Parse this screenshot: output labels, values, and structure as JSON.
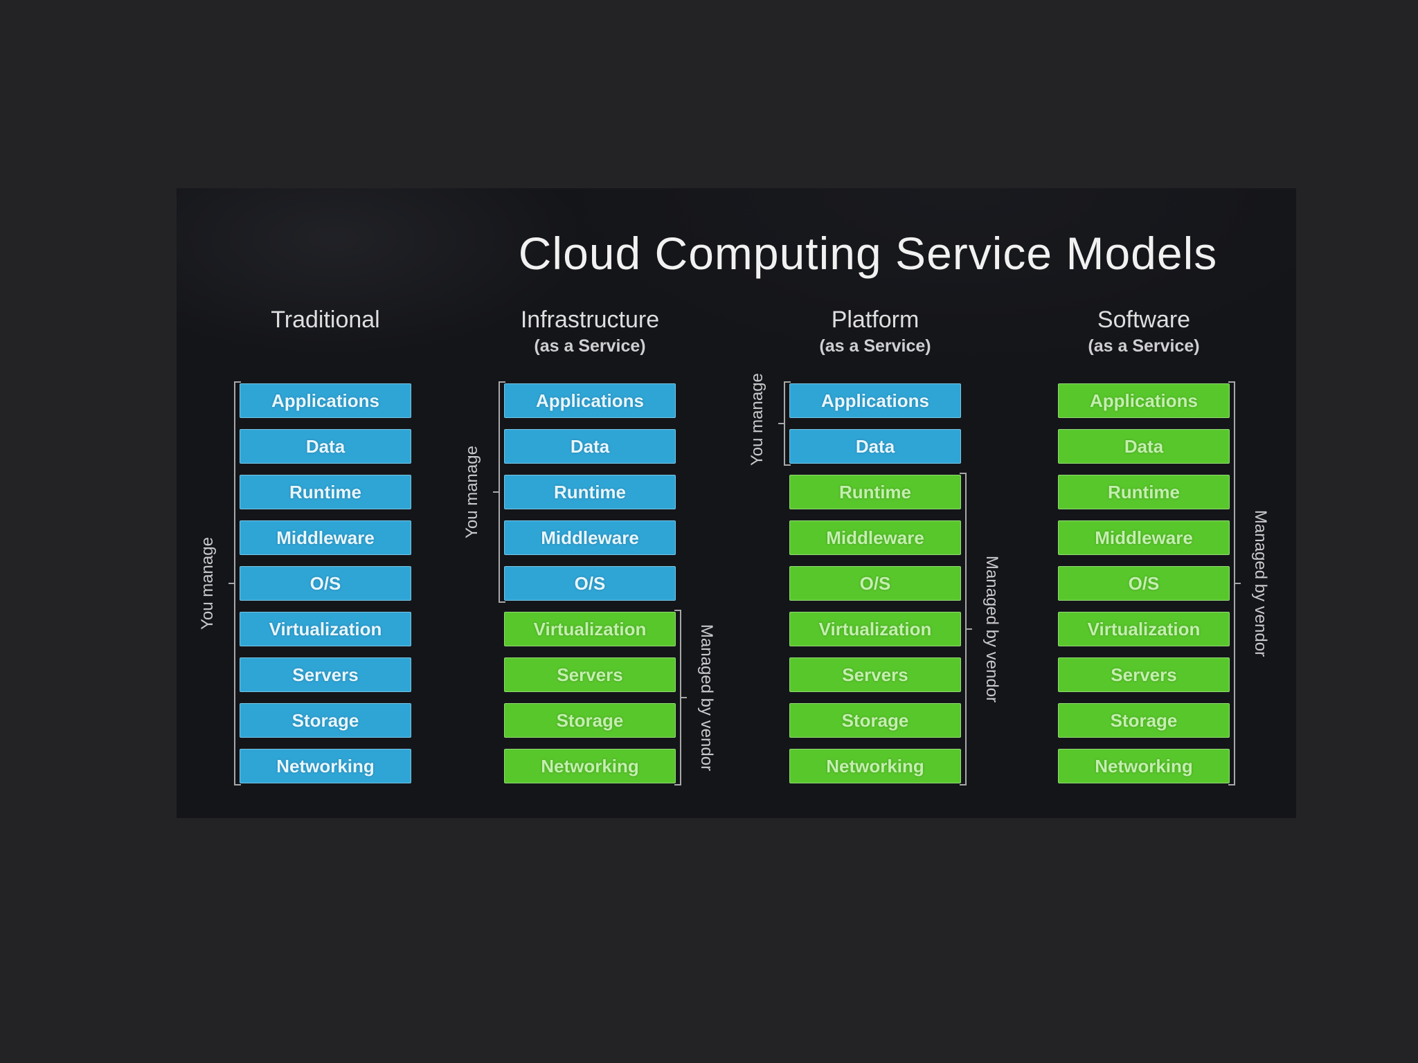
{
  "title": "Cloud Computing Service Models",
  "legend": {
    "you_manage": "You manage",
    "managed_by_vendor": "Managed by vendor"
  },
  "rows": [
    "Applications",
    "Data",
    "Runtime",
    "Middleware",
    "O/S",
    "Virtualization",
    "Servers",
    "Storage",
    "Networking"
  ],
  "columns": [
    {
      "name": "Traditional",
      "subtitle": "",
      "blue_count": 9,
      "you_manage_rows": [
        0,
        8
      ],
      "vendor_rows": null
    },
    {
      "name": "Infrastructure",
      "subtitle": "(as a Service)",
      "blue_count": 5,
      "you_manage_rows": [
        0,
        4
      ],
      "vendor_rows": [
        5,
        8
      ]
    },
    {
      "name": "Platform",
      "subtitle": "(as a Service)",
      "blue_count": 2,
      "you_manage_rows": [
        0,
        1
      ],
      "vendor_rows": [
        2,
        8
      ]
    },
    {
      "name": "Software",
      "subtitle": "(as a Service)",
      "blue_count": 0,
      "you_manage_rows": null,
      "vendor_rows": [
        0,
        8
      ]
    }
  ],
  "colors": {
    "blue": "#2fa5d6",
    "green": "#58c72b",
    "panel_bg": "#141519",
    "outer_bg": "#232326",
    "bracket": "#a8a8a8"
  }
}
